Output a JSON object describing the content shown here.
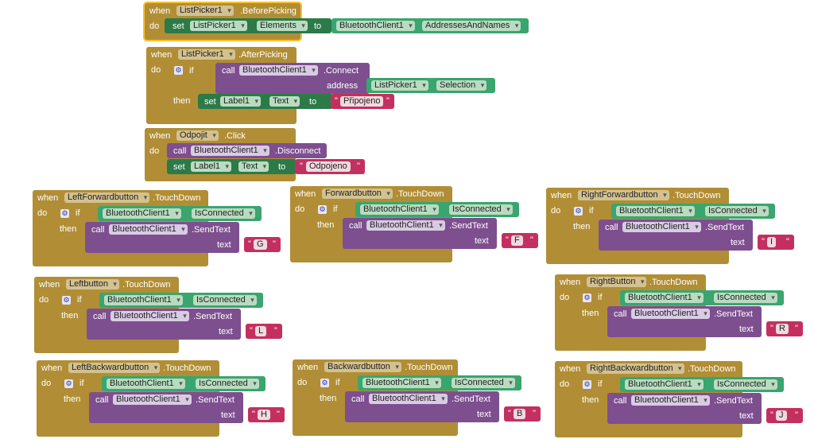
{
  "kw": {
    "when": "when",
    "do": "do",
    "then": "then",
    "if": "if",
    "call": "call",
    "set": "set",
    "to": "to",
    "address": "address",
    "text": "text",
    "gear": "⚙"
  },
  "b1": {
    "comp": "ListPicker1",
    "event": ".BeforePicking",
    "set_comp": "ListPicker1",
    "set_prop": "Elements",
    "get_comp": "BluetoothClient1",
    "get_prop": "AddressesAndNames"
  },
  "b2": {
    "comp": "ListPicker1",
    "event": ".AfterPicking",
    "call_comp": "BluetoothClient1",
    "method": ".Connect",
    "arg_comp": "ListPicker1",
    "arg_prop": "Selection",
    "set_comp": "Label1",
    "set_prop": "Text",
    "str": "Připojeno"
  },
  "b3": {
    "comp": "Odpojit",
    "event": ".Click",
    "call_comp": "BluetoothClient1",
    "method": ".Disconnect",
    "set_comp": "Label1",
    "set_prop": "Text",
    "str": "Odpojeno"
  },
  "common": {
    "bt": "BluetoothClient1",
    "isconn": "IsConnected",
    "send": ".SendText",
    "touchdown": ".TouchDown"
  },
  "b4": {
    "comp": "LeftForwardbutton",
    "str": "G"
  },
  "b5": {
    "comp": "Forwardbutton",
    "str": "F"
  },
  "b6": {
    "comp": "RightForwardbutton",
    "str": "I"
  },
  "b7": {
    "comp": "Leftbutton",
    "str": "L"
  },
  "b8": {
    "comp": "RightButton",
    "str": "R"
  },
  "b9": {
    "comp": "LeftBackwardbutton",
    "str": "H"
  },
  "b10": {
    "comp": "Backwardbutton",
    "str": "B"
  },
  "b11": {
    "comp": "RightBackwardbutton",
    "str": "J"
  }
}
